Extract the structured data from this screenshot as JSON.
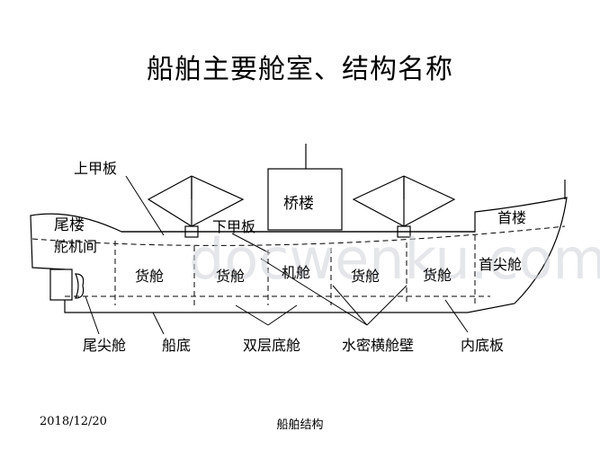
{
  "title": "船舶主要舱室、结构名称",
  "labels": {
    "upper_deck": "上甲板",
    "lower_deck": "下甲板",
    "poop": "尾楼",
    "engine_room_aft": "舵机间",
    "bridge": "桥楼",
    "forecastle": "首楼",
    "fore_peak": "首尖舱",
    "cargo_hold_1": "货舱",
    "cargo_hold_2": "货舱",
    "engine_room": "机舱",
    "cargo_hold_3": "货舱",
    "cargo_hold_4": "货舱",
    "aft_peak": "尾尖舱",
    "bottom": "船底",
    "double_bottom": "双层底舱",
    "bulkhead": "水密横舱壁",
    "inner_bottom": "内底板"
  },
  "watermark": "docwenku.com",
  "footer": {
    "date": "2018/12/20",
    "center": "船舶结构"
  }
}
